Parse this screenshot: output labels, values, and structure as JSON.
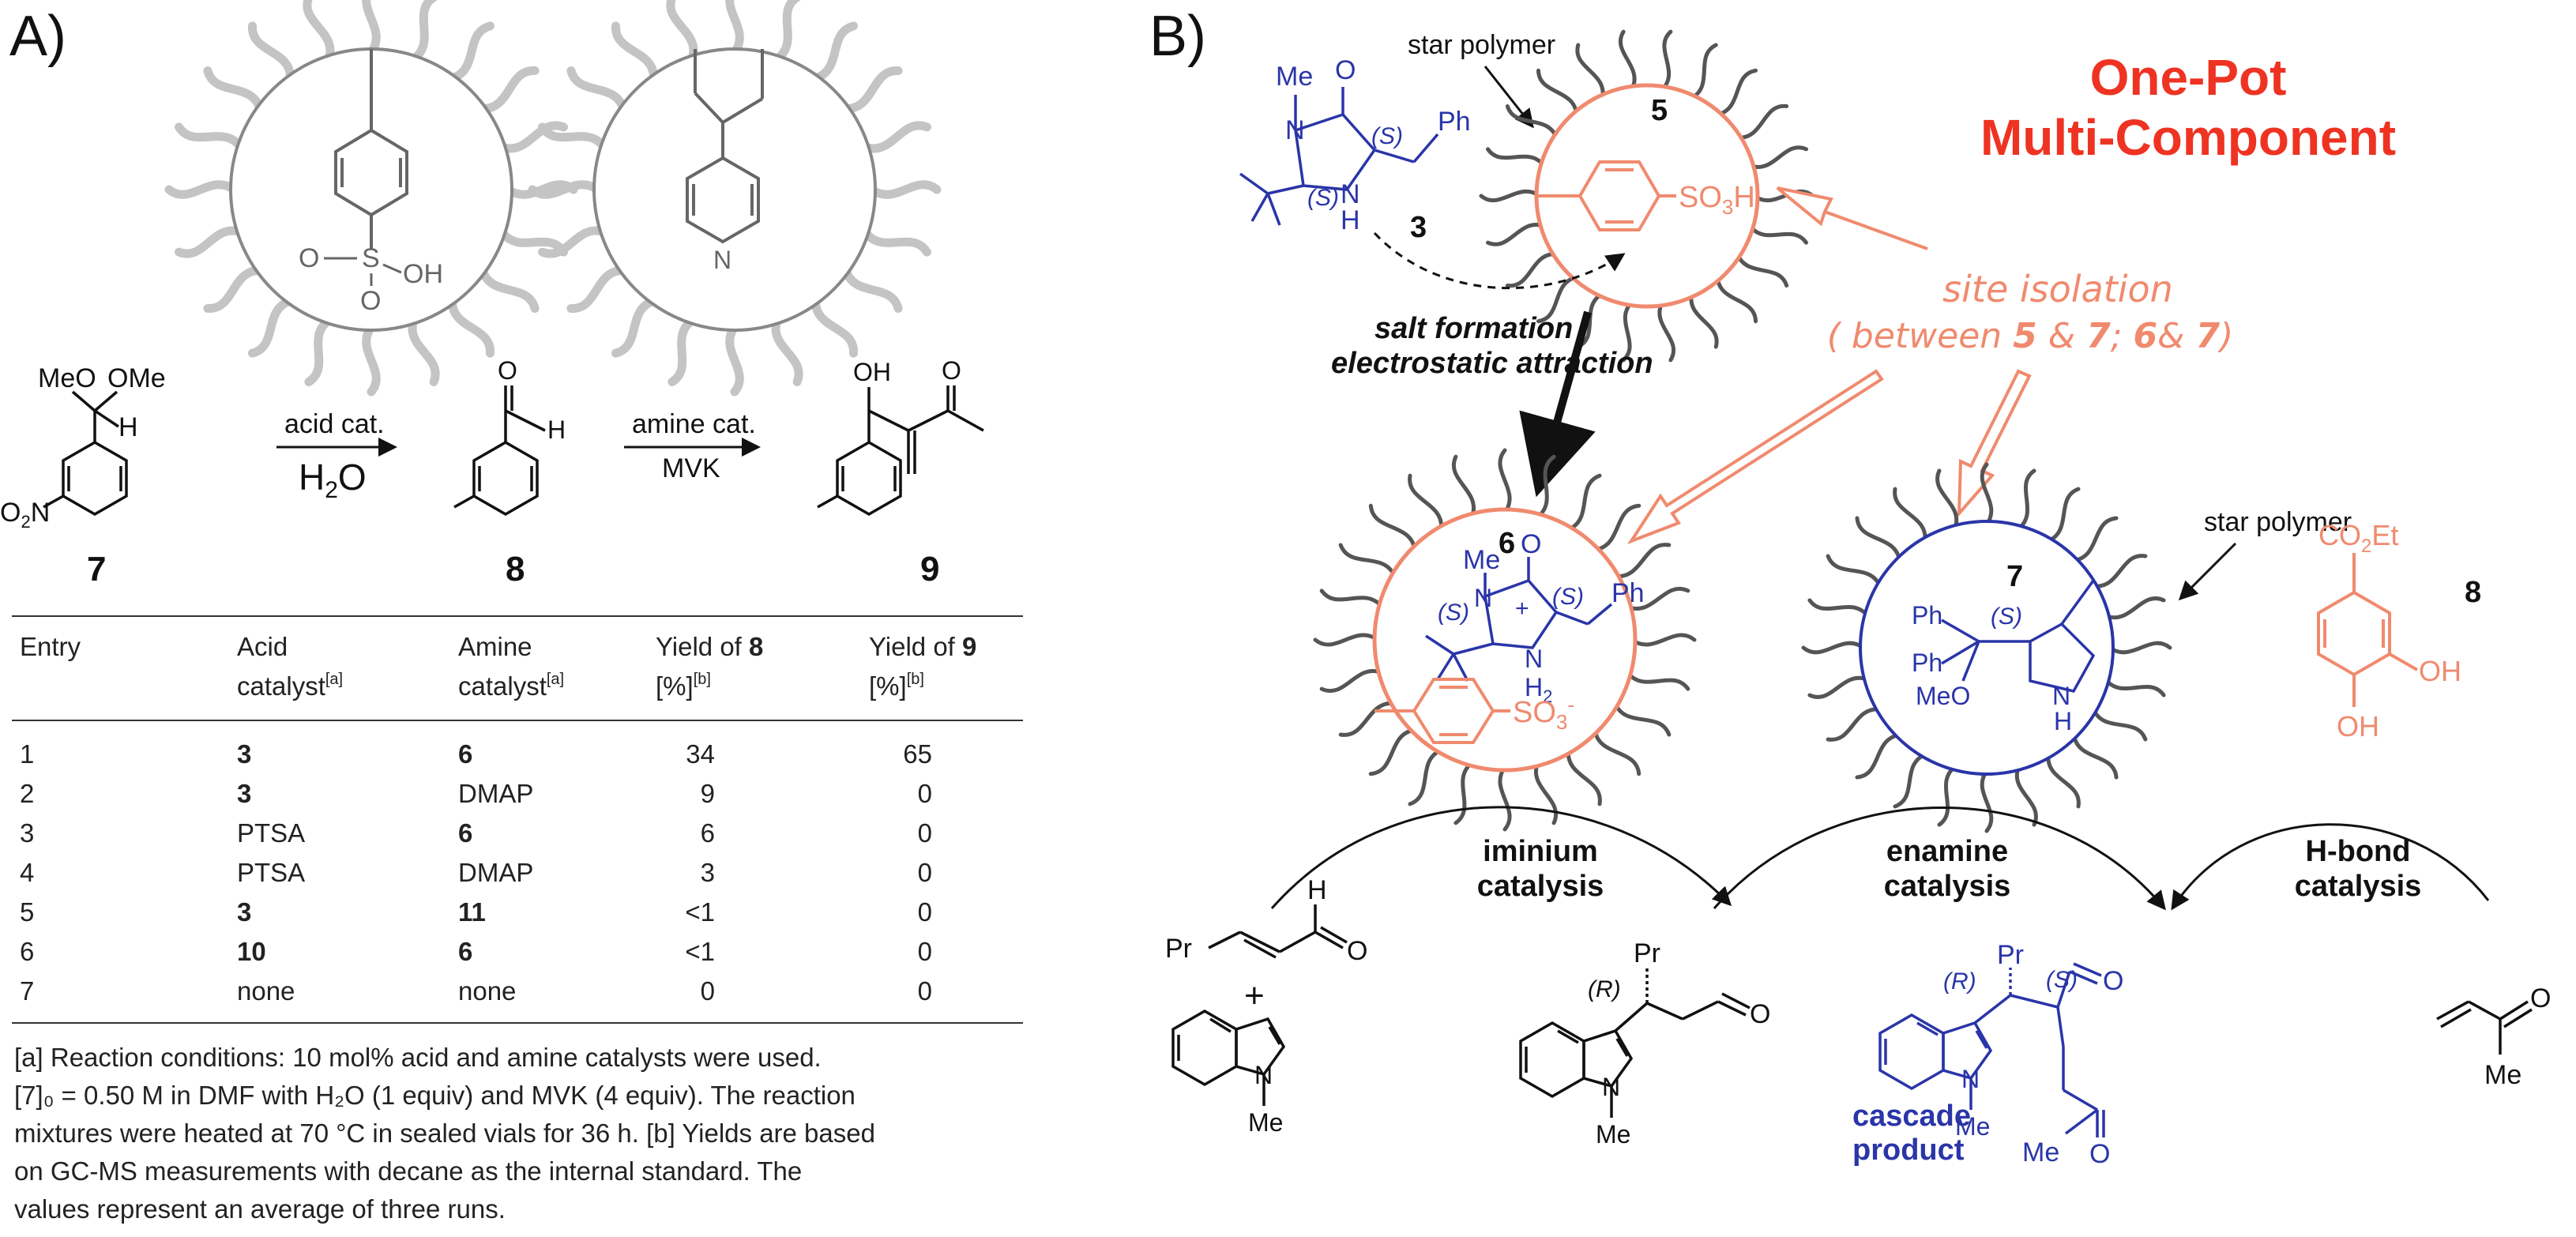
{
  "panel_a": {
    "label": "A)",
    "scheme": {
      "r7_meo1": "MeO",
      "r7_ome2": "OMe",
      "r7_h": "H",
      "r7_no2": "O",
      "r7_no2_sub": "2",
      "r7_no2_n": "N",
      "r8_o": "O",
      "r8_h": "H",
      "r9_oh": "OH",
      "r9_o": "O",
      "step1_top": "acid cat.",
      "step1_bottom": "H",
      "step1_bottom_sub": "2",
      "step1_bottom_o": "O",
      "step2_top": "amine cat.",
      "step2_bottom": "MVK",
      "label_7": "7",
      "label_8": "8",
      "label_9": "9"
    },
    "catalysts": {
      "so3h_s": "S",
      "so3h_o1": "O",
      "so3h_o2": "O",
      "so3h_oh": "OH",
      "dmap_n": "N"
    },
    "table": {
      "headers": [
        {
          "l1": "Entry",
          "l2": "",
          "sup": ""
        },
        {
          "l1": "Acid",
          "l2": "catalyst",
          "sup": "[a]"
        },
        {
          "l1": "Amine",
          "l2": "catalyst",
          "sup": "[a]"
        },
        {
          "l1": "Yield of ",
          "bold": "8",
          "l2": "[%]",
          "sup": "[b]"
        },
        {
          "l1": "Yield of ",
          "bold": "9",
          "l2": "[%]",
          "sup": "[b]"
        }
      ],
      "rows": [
        {
          "entry": "1",
          "acid": "3",
          "acid_bold": true,
          "amine": "6",
          "amine_bold": true,
          "y8": "34",
          "y9": "65"
        },
        {
          "entry": "2",
          "acid": "3",
          "acid_bold": true,
          "amine": "DMAP",
          "amine_bold": false,
          "y8": "9",
          "y9": "0"
        },
        {
          "entry": "3",
          "acid": "PTSA",
          "acid_bold": false,
          "amine": "6",
          "amine_bold": true,
          "y8": "6",
          "y9": "0"
        },
        {
          "entry": "4",
          "acid": "PTSA",
          "acid_bold": false,
          "amine": "DMAP",
          "amine_bold": false,
          "y8": "3",
          "y9": "0"
        },
        {
          "entry": "5",
          "acid": "3",
          "acid_bold": true,
          "amine": "11",
          "amine_bold": true,
          "y8": "<1",
          "y9": "0"
        },
        {
          "entry": "6",
          "acid": "10",
          "acid_bold": true,
          "amine": "6",
          "amine_bold": true,
          "y8": "<1",
          "y9": "0"
        },
        {
          "entry": "7",
          "acid": "none",
          "acid_bold": false,
          "amine": "none",
          "amine_bold": false,
          "y8": "0",
          "y9": "0"
        }
      ]
    },
    "footnote": [
      "[a] Reaction conditions: 10 mol% acid and amine catalysts were used.",
      "[7]₀ = 0.50 M in DMF with H₂O (1 equiv) and MVK (4 equiv). The reaction",
      "mixtures were heated at 70 °C in sealed vials for 36 h. [b] Yields are based",
      "on GC-MS measurements with decane as the internal standard. The",
      "values represent an average of three runs."
    ]
  },
  "panel_b": {
    "label": "B)",
    "title_line1": "One-Pot",
    "title_line2": "Multi-Component",
    "star_polymer_1": "star polymer",
    "star_polymer_2": "star polymer",
    "site_isolation_1": "site isolation",
    "site_isolation_2a": "( between ",
    "site_isolation_2b": "5",
    "site_isolation_2c": " & ",
    "site_isolation_2d": "7",
    "site_isolation_2e": "; ",
    "site_isolation_2f": "6",
    "site_isolation_2g": "& ",
    "site_isolation_2h": "7",
    "site_isolation_2i": ")",
    "salt_formation": "salt formation",
    "electrostatic": "electrostatic attraction",
    "cat3": {
      "me": "Me",
      "n": "N",
      "o": "O",
      "s1": "(S)",
      "s2": "(S)",
      "ph": "Ph",
      "n2": "N",
      "h": "H",
      "num": "3"
    },
    "cat5": {
      "so3h": "SO",
      "so3h_sub": "3",
      "so3h_h": "H",
      "num": "5"
    },
    "cat6": {
      "me": "Me",
      "n": "N",
      "o": "O",
      "plus": "+",
      "s1": "(S)",
      "s2": "(S)",
      "ph": "Ph",
      "nh2": "N",
      "nh2_h": "H",
      "nh2_sub": "2",
      "so3": "SO",
      "so3_sub": "3",
      "so3_sup": "-",
      "num": "6"
    },
    "cat7": {
      "ph1": "Ph",
      "s": "(S)",
      "ph2": "Ph",
      "meo": "MeO",
      "n": "N",
      "h": "H",
      "num": "7"
    },
    "cat8": {
      "co2et": "CO",
      "co2et_sub": "2",
      "co2et_et": "Et",
      "oh1": "OH",
      "oh2": "OH",
      "num": "8"
    },
    "iminium_1": "iminium",
    "iminium_2": "catalysis",
    "enamine_1": "enamine",
    "enamine_2": "catalysis",
    "hbond_1": "H-bond",
    "hbond_2": "catalysis",
    "substrates": {
      "pr": "Pr",
      "h": "H",
      "o": "O",
      "plus": "+",
      "n": "N",
      "me": "Me",
      "int_r": "(R)",
      "int_pr": "Pr",
      "int_o": "O",
      "int_n": "N",
      "int_me": "Me",
      "prod_r": "(R)",
      "prod_s": "(S)",
      "prod_pr": "Pr",
      "prod_o": "O",
      "prod_n": "N",
      "prod_me": "Me",
      "prod_me2": "Me",
      "prod_o2": "O",
      "mvk_o": "O",
      "mvk_me": "Me",
      "cascade_1": "cascade",
      "cascade_2": "product"
    }
  },
  "colors": {
    "salmon": "#f08a6e",
    "red_title": "#ee3322",
    "blue": "#2a35a8",
    "gray_arm": "#bdbdbd",
    "dark_arm": "#555555"
  }
}
